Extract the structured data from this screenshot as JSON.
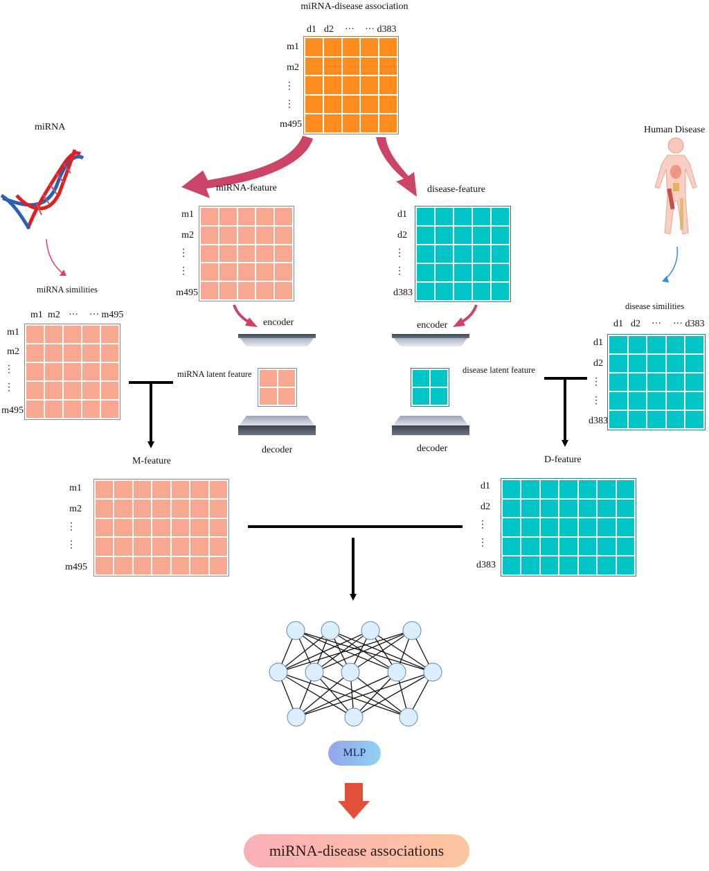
{
  "title": "miRNA-disease association",
  "association_matrix": {
    "col_labels": [
      "d1",
      "d2",
      "···",
      "··· d383"
    ],
    "row_labels": [
      "m1",
      "m2",
      "⋮",
      "⋮",
      "m495"
    ],
    "color": "#ff8c1f"
  },
  "mirna_side": {
    "source_label": "miRNA",
    "similarity_title": "miRNA similities",
    "similarity_cols": [
      "m1",
      "m2",
      "···",
      "··· m495"
    ],
    "similarity_rows": [
      "m1",
      "m2",
      "⋮",
      "⋮",
      "m495"
    ],
    "feature_title": "miRNA-feature",
    "feature_rows": [
      "m1",
      "m2",
      "⋮",
      "⋮",
      "m495"
    ],
    "encoder_label": "encoder",
    "latent_label": "miRNA latent feature",
    "decoder_label": "decoder",
    "output_title": "M-feature",
    "output_rows": [
      "m1",
      "m2",
      "⋮",
      "⋮",
      "m495"
    ],
    "color": "#f8a890"
  },
  "disease_side": {
    "source_label": "Human Disease",
    "similarity_title": "disease similities",
    "similarity_cols": [
      "d1",
      "d2",
      "···",
      "··· d383"
    ],
    "similarity_rows": [
      "d1",
      "d2",
      "⋮",
      "⋮",
      "d383"
    ],
    "feature_title": "disease-feature",
    "feature_rows": [
      "d1",
      "d2",
      "⋮",
      "⋮",
      "d383"
    ],
    "encoder_label": "encoder",
    "latent_label": "disease latent feature",
    "decoder_label": "decoder",
    "output_title": "D-feature",
    "output_rows": [
      "d1",
      "d2",
      "⋮",
      "⋮",
      "d383"
    ],
    "color": "#00c4c6"
  },
  "mlp": {
    "label": "MLP",
    "layer_sizes": [
      4,
      5,
      3
    ]
  },
  "result_label": "miRNA-disease associations",
  "colors": {
    "arrow_magenta": "#cc4466",
    "arrow_blue": "#2f8fe0",
    "arrow_red": "#e0503a",
    "neuron_fill": "#dcefff",
    "neuron_stroke": "#5a86bf"
  }
}
